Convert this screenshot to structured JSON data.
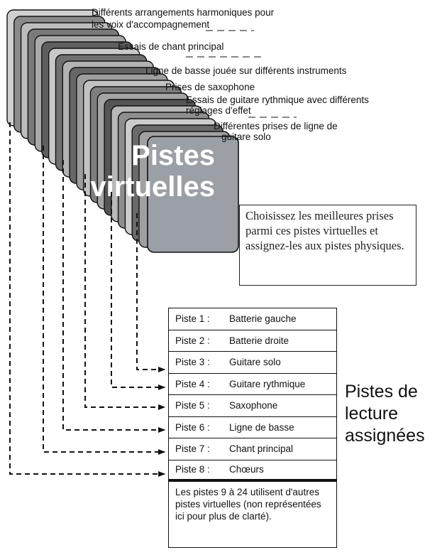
{
  "stack_title_line1": "Pistes",
  "stack_title_line2": "virtuelles",
  "annotations": [
    "Différents arrangements harmoniques pour",
    "les voix d'accompagnement",
    "Essais de chant principal",
    "Ligne de basse jouée sur différents instruments",
    "Prises de saxophone",
    "Essais de guitare rythmique avec différents",
    "réglages d'effet",
    "Différentes prises de ligne de",
    "guitare solo"
  ],
  "callout_text": "Choisissez les meilleures prises parmi ces pistes virtuelles et assignez-les aux pistes physiques.",
  "tracks": [
    {
      "num": "Piste 1 :",
      "name": "Batterie gauche"
    },
    {
      "num": "Piste 2 :",
      "name": "Batterie droite"
    },
    {
      "num": "Piste 3 :",
      "name": "Guitare solo"
    },
    {
      "num": "Piste 4 :",
      "name": "Guitare rythmique"
    },
    {
      "num": "Piste 5 :",
      "name": "Saxophone"
    },
    {
      "num": "Piste 6 :",
      "name": "Ligne de basse"
    },
    {
      "num": "Piste 7 :",
      "name": "Chant principal"
    },
    {
      "num": "Piste 8 :",
      "name": "Chœurs"
    }
  ],
  "tracks_note": "Les pistes 9 à 24 utilisent d'autres pistes virtuelles (non représentées ici pour plus de clarté).",
  "assigned_label_lines": [
    "Pistes de",
    "lecture",
    "assignées"
  ],
  "colors": {
    "card_fills": [
      "#d0d0d0",
      "#8a8a8a",
      "#bdbdbd",
      "#7a7a7a",
      "#a9a9a9",
      "#5f5f5f",
      "#c8c8c8",
      "#707070",
      "#b3b3b3",
      "#666666",
      "#9e9e9e",
      "#c2c2c2",
      "#7e7e7e",
      "#a4a4a4",
      "#555555",
      "#b8b8b8",
      "#8e8e8e",
      "#cccccc",
      "#6a6a6a",
      "#a0a0a0"
    ],
    "front_card": "#9b9fa6",
    "stroke": "#111111"
  }
}
